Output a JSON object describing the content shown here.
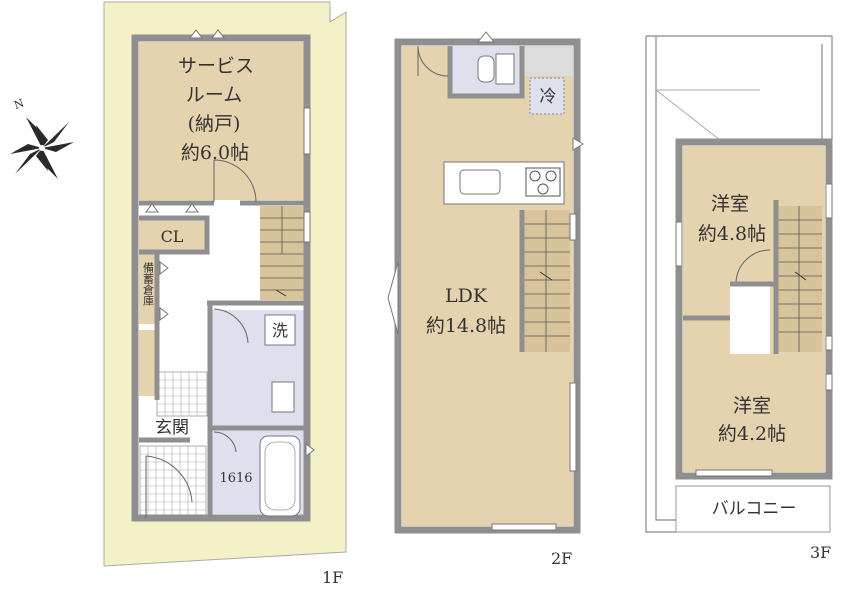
{
  "colors": {
    "room": "#e4d3ae",
    "lot": "#f4f0c7",
    "wet_area": "#dfe0ee",
    "wall": "#8f8f8f",
    "stairs": "#d8c49b"
  },
  "compass": {
    "north_label": "N",
    "icon": "compass-rose-icon"
  },
  "floor1": {
    "label": "1F",
    "service_room": {
      "line1": "サービス",
      "line2": "ルーム",
      "line3": "(納戸)",
      "line4": "約6.0帖"
    },
    "closet": "CL",
    "storage": "備蓄倉庫",
    "entrance": "玄関",
    "washer": "洗",
    "bath": "1616"
  },
  "floor2": {
    "label": "2F",
    "fridge": "冷",
    "ldk": {
      "name": "LDK",
      "size": "約14.8帖"
    }
  },
  "floor3": {
    "label": "3F",
    "room_upper": {
      "name": "洋室",
      "size": "約4.8帖"
    },
    "room_lower": {
      "name": "洋室",
      "size": "約4.2帖"
    },
    "balcony": "バルコニー"
  }
}
